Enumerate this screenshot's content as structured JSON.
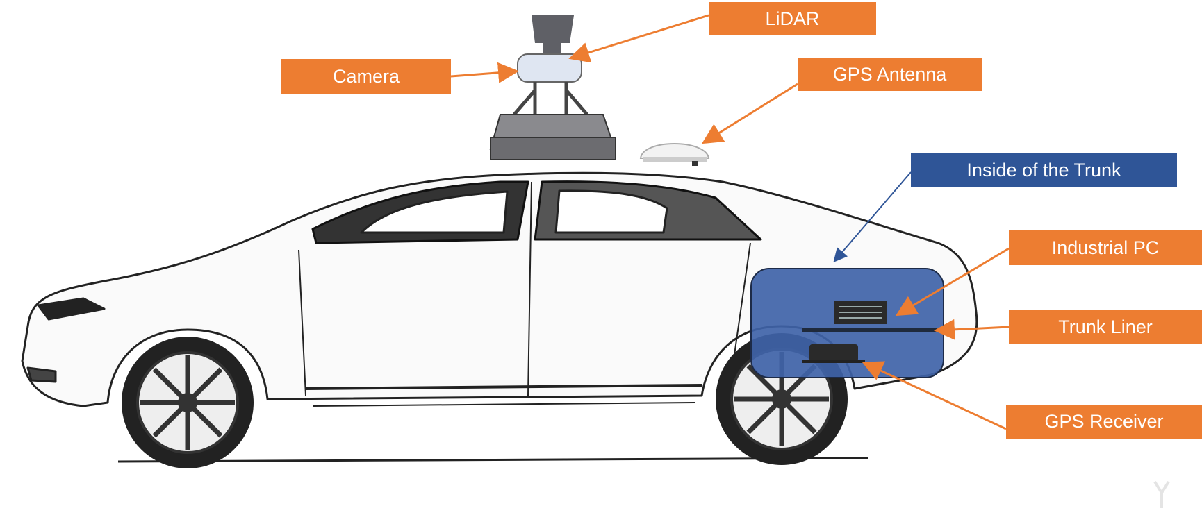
{
  "labels": {
    "lidar": "LiDAR",
    "camera": "Camera",
    "gps_antenna": "GPS Antenna",
    "inside_trunk": "Inside of the Trunk",
    "industrial_pc": "Industrial PC",
    "trunk_liner": "Trunk Liner",
    "gps_receiver": "GPS Receiver"
  },
  "colors": {
    "label_orange": "#ED7D31",
    "label_blue": "#2F5597",
    "trunk_panel": "#3F63A8"
  }
}
